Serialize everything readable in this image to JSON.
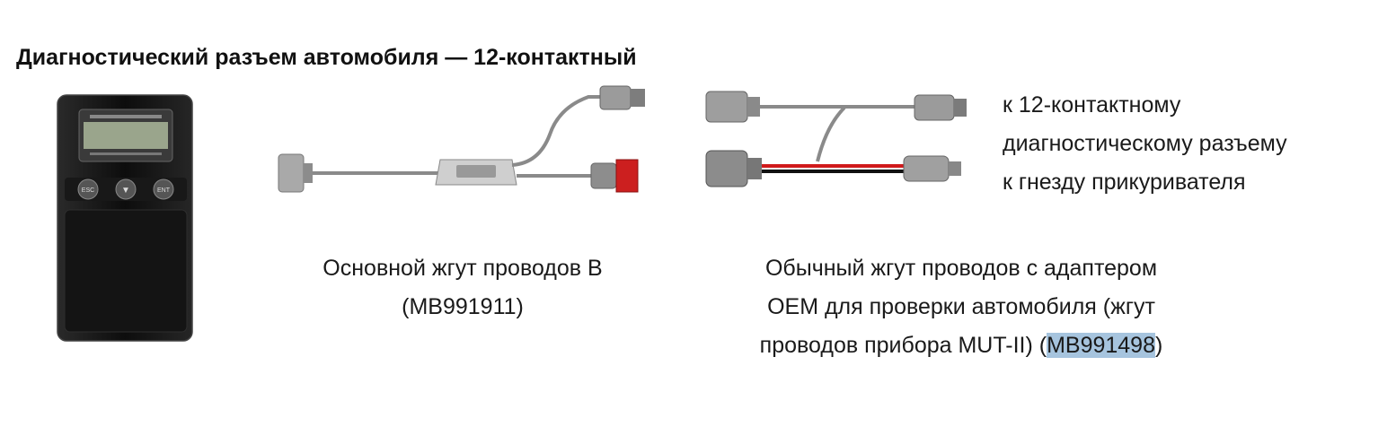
{
  "heading": "Диагностический разъем автомобиля — 12-контактный",
  "scanner": {
    "buttons": [
      "ESC",
      "▼",
      "ENT"
    ]
  },
  "harness_b": {
    "caption_line1": "Основной жгут проводов B",
    "caption_line2": "(MB991911)"
  },
  "harness_oem": {
    "caption_line1": "Обычный жгут проводов с адаптером",
    "caption_line2": "OEM для проверки автомобиля (жгут",
    "caption_line3_prefix": "проводов прибора MUT-II) (",
    "caption_line3_code": "MB991498",
    "caption_line3_suffix": ")"
  },
  "connections": {
    "line1": "к 12-контактному",
    "line2": "диагностическому разъему",
    "line3": "к гнезду прикуривателя"
  },
  "colors": {
    "highlight": "#a6c4de",
    "connector_red": "#cc1f1f",
    "cable_red": "#d0191b"
  }
}
